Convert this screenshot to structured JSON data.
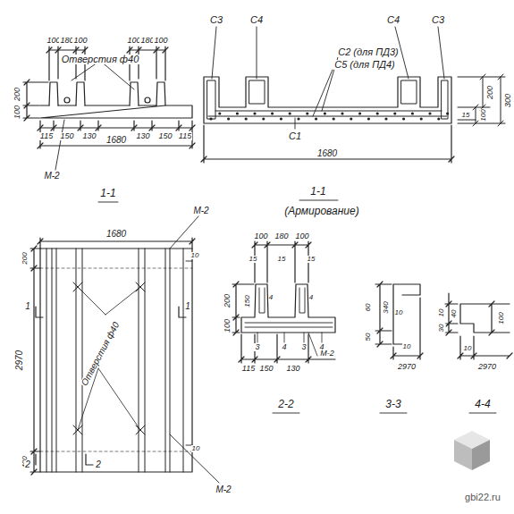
{
  "diagram": {
    "labels": [
      "100",
      "180",
      "100",
      "100",
      "180",
      "100",
      "Отверстия ф40",
      "200",
      "100",
      "115",
      "150",
      "130",
      "130",
      "150",
      "115",
      "1680",
      "М-2",
      "1-1",
      "С3",
      "С4",
      "С4",
      "С3",
      "С2 (для ПД3)",
      "С5 (для ПД4)",
      "С1",
      "300",
      "200",
      "100",
      "15",
      "1680",
      "1-1",
      "(Армирование)",
      "1680",
      "М-2",
      "200",
      "10",
      "1",
      "1",
      "2970",
      "Отверстия ф40",
      "400",
      "10",
      "2",
      "2",
      "М-2",
      "100",
      "180",
      "100",
      "15",
      "15",
      "15",
      "200",
      "100",
      "150",
      "3",
      "4",
      "3",
      "4",
      "115",
      "150",
      "130",
      "М-2",
      "2-2",
      "4",
      "4",
      "60",
      "340",
      "10",
      "50",
      "10",
      "2970",
      "3-3",
      "10",
      "40",
      "30",
      "100",
      "10",
      "2970",
      "4-4",
      "gbi22.ru"
    ]
  }
}
